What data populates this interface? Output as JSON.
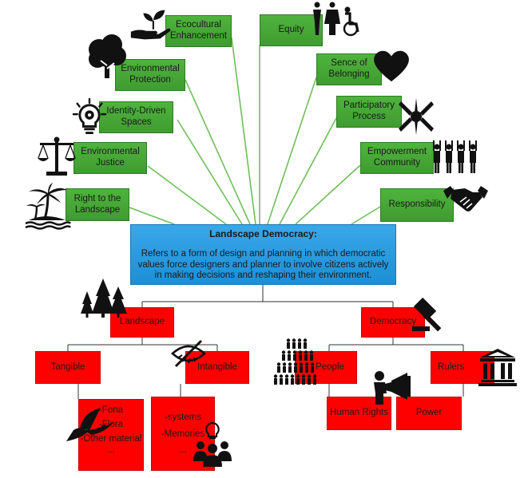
{
  "center": {
    "title": "Landscape Democracy:",
    "body": "Refers to a form of design and planning  in which democratic values force designers and planner to involve citizens actively in making decisions and reshaping their environment."
  },
  "left_values": [
    "Ecocultural Enhancement",
    "Environmental Protection",
    "Identity-Driven Spaces",
    "Environmental Justice",
    "Right to the Landscape"
  ],
  "right_values": [
    "Equity",
    "Sence of Belonging",
    "Participatory Process",
    "Empowerment Community",
    "Responsibility"
  ],
  "landscape": {
    "label": "Landscape",
    "tangible": {
      "label": "Tangible",
      "items": [
        "-Fona",
        "-Flora",
        "-Other material",
        "..."
      ]
    },
    "intangible": {
      "label": "Intangible",
      "items": [
        "-systems",
        "-Memories",
        "..."
      ]
    }
  },
  "democracy": {
    "label": "Democracy",
    "people": {
      "label": "People",
      "child": "Human Rights"
    },
    "rulers": {
      "label": "Rulers",
      "child": "Power"
    }
  },
  "colors": {
    "green": "#43a535",
    "red": "#ff0000",
    "blue": "#2196dd",
    "line": "#6fbe5a",
    "tree_line": "#333333"
  },
  "icons": [
    "plant-hand-icon",
    "tree-icon",
    "lightbulb-icon",
    "scales-icon",
    "palm-island-icon",
    "people-diversity-icon",
    "heart-icon",
    "joined-hands-icon",
    "group-raised-hands-icon",
    "handshake-icon",
    "forest-icon",
    "hidden-eye-icon",
    "gavel-icon",
    "crowd-icon",
    "megaphone-icon",
    "courthouse-icon",
    "hummingbird-icon",
    "memory-people-icon"
  ]
}
